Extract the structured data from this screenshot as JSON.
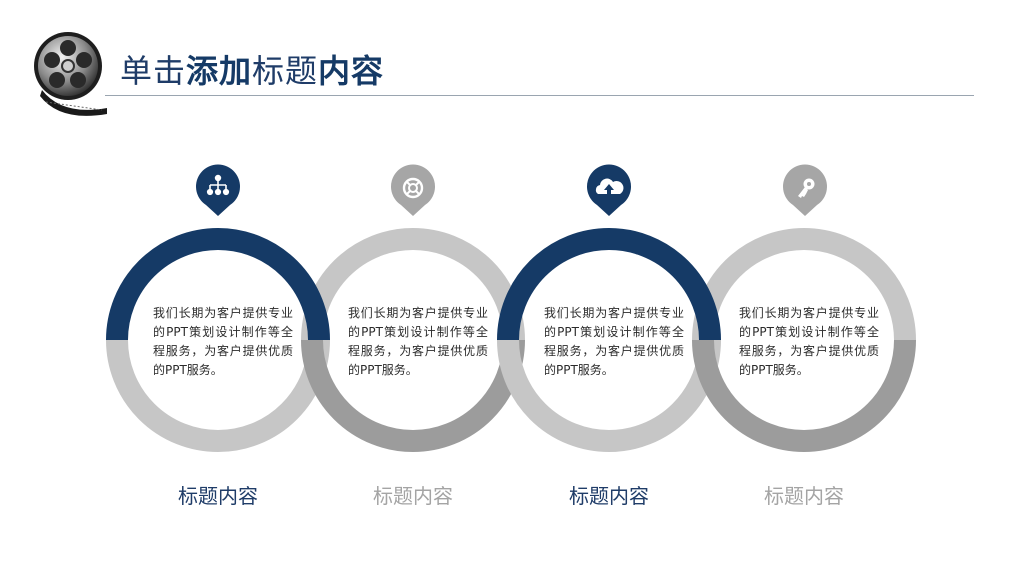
{
  "header": {
    "title_part1": "单击",
    "title_part2": "添加",
    "title_part3": "标题",
    "title_part4": "内容"
  },
  "steps": [
    {
      "icon": "network-icon",
      "text": "我们长期为客户提供专业的PPT策划设计制作等全程服务，为客户提供优质的PPT服务。",
      "caption": "标题内容",
      "color": "#153a66"
    },
    {
      "icon": "lifebuoy-icon",
      "text": "我们长期为客户提供专业的PPT策划设计制作等全程服务，为客户提供优质的PPT服务。",
      "caption": "标题内容",
      "color": "#a6a6a6"
    },
    {
      "icon": "cloud-upload-icon",
      "text": "我们长期为客户提供专业的PPT策划设计制作等全程服务，为客户提供优质的PPT服务。",
      "caption": "标题内容",
      "color": "#153a66"
    },
    {
      "icon": "key-icon",
      "text": "我们长期为客户提供专业的PPT策划设计制作等全程服务，为客户提供优质的PPT服务。",
      "caption": "标题内容",
      "color": "#a6a6a6"
    }
  ],
  "colors": {
    "navy": "#153a66",
    "light_gray": "#c6c6c6",
    "mid_gray": "#9c9c9c"
  }
}
